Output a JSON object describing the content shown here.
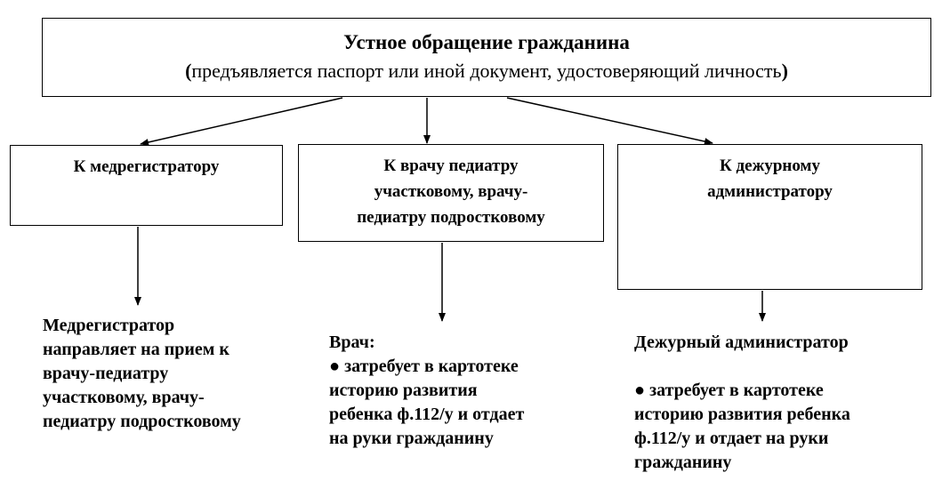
{
  "top": {
    "title": "Устное обращение гражданина",
    "subtitle": "предъявляется паспорт или иной документ, удостоверяющий личность",
    "open_paren": "(",
    "close_paren": ")"
  },
  "boxes": {
    "left": "К медрегистратору",
    "mid": [
      "К врачу педиатру",
      "участковому, врачу-",
      "педиатру подростковому"
    ],
    "right": [
      "К дежурному",
      "администратору"
    ]
  },
  "results": {
    "left": [
      "Медрегистратор",
      "направляет на прием к",
      "врачу-педиатру",
      "участковому, врачу-",
      "педиатру подростковому"
    ],
    "mid": {
      "heading": "Врач:",
      "lines": [
        "● затребует в картотеке",
        "историю развития",
        "ребенка ф.112/у  и отдает",
        "на руки гражданину"
      ]
    },
    "right": {
      "heading": "Дежурный администратор",
      "lines": [
        "● затребует в картотеке",
        "историю развития ребенка",
        "ф.112/у и отдает на руки",
        "гражданину"
      ]
    }
  }
}
